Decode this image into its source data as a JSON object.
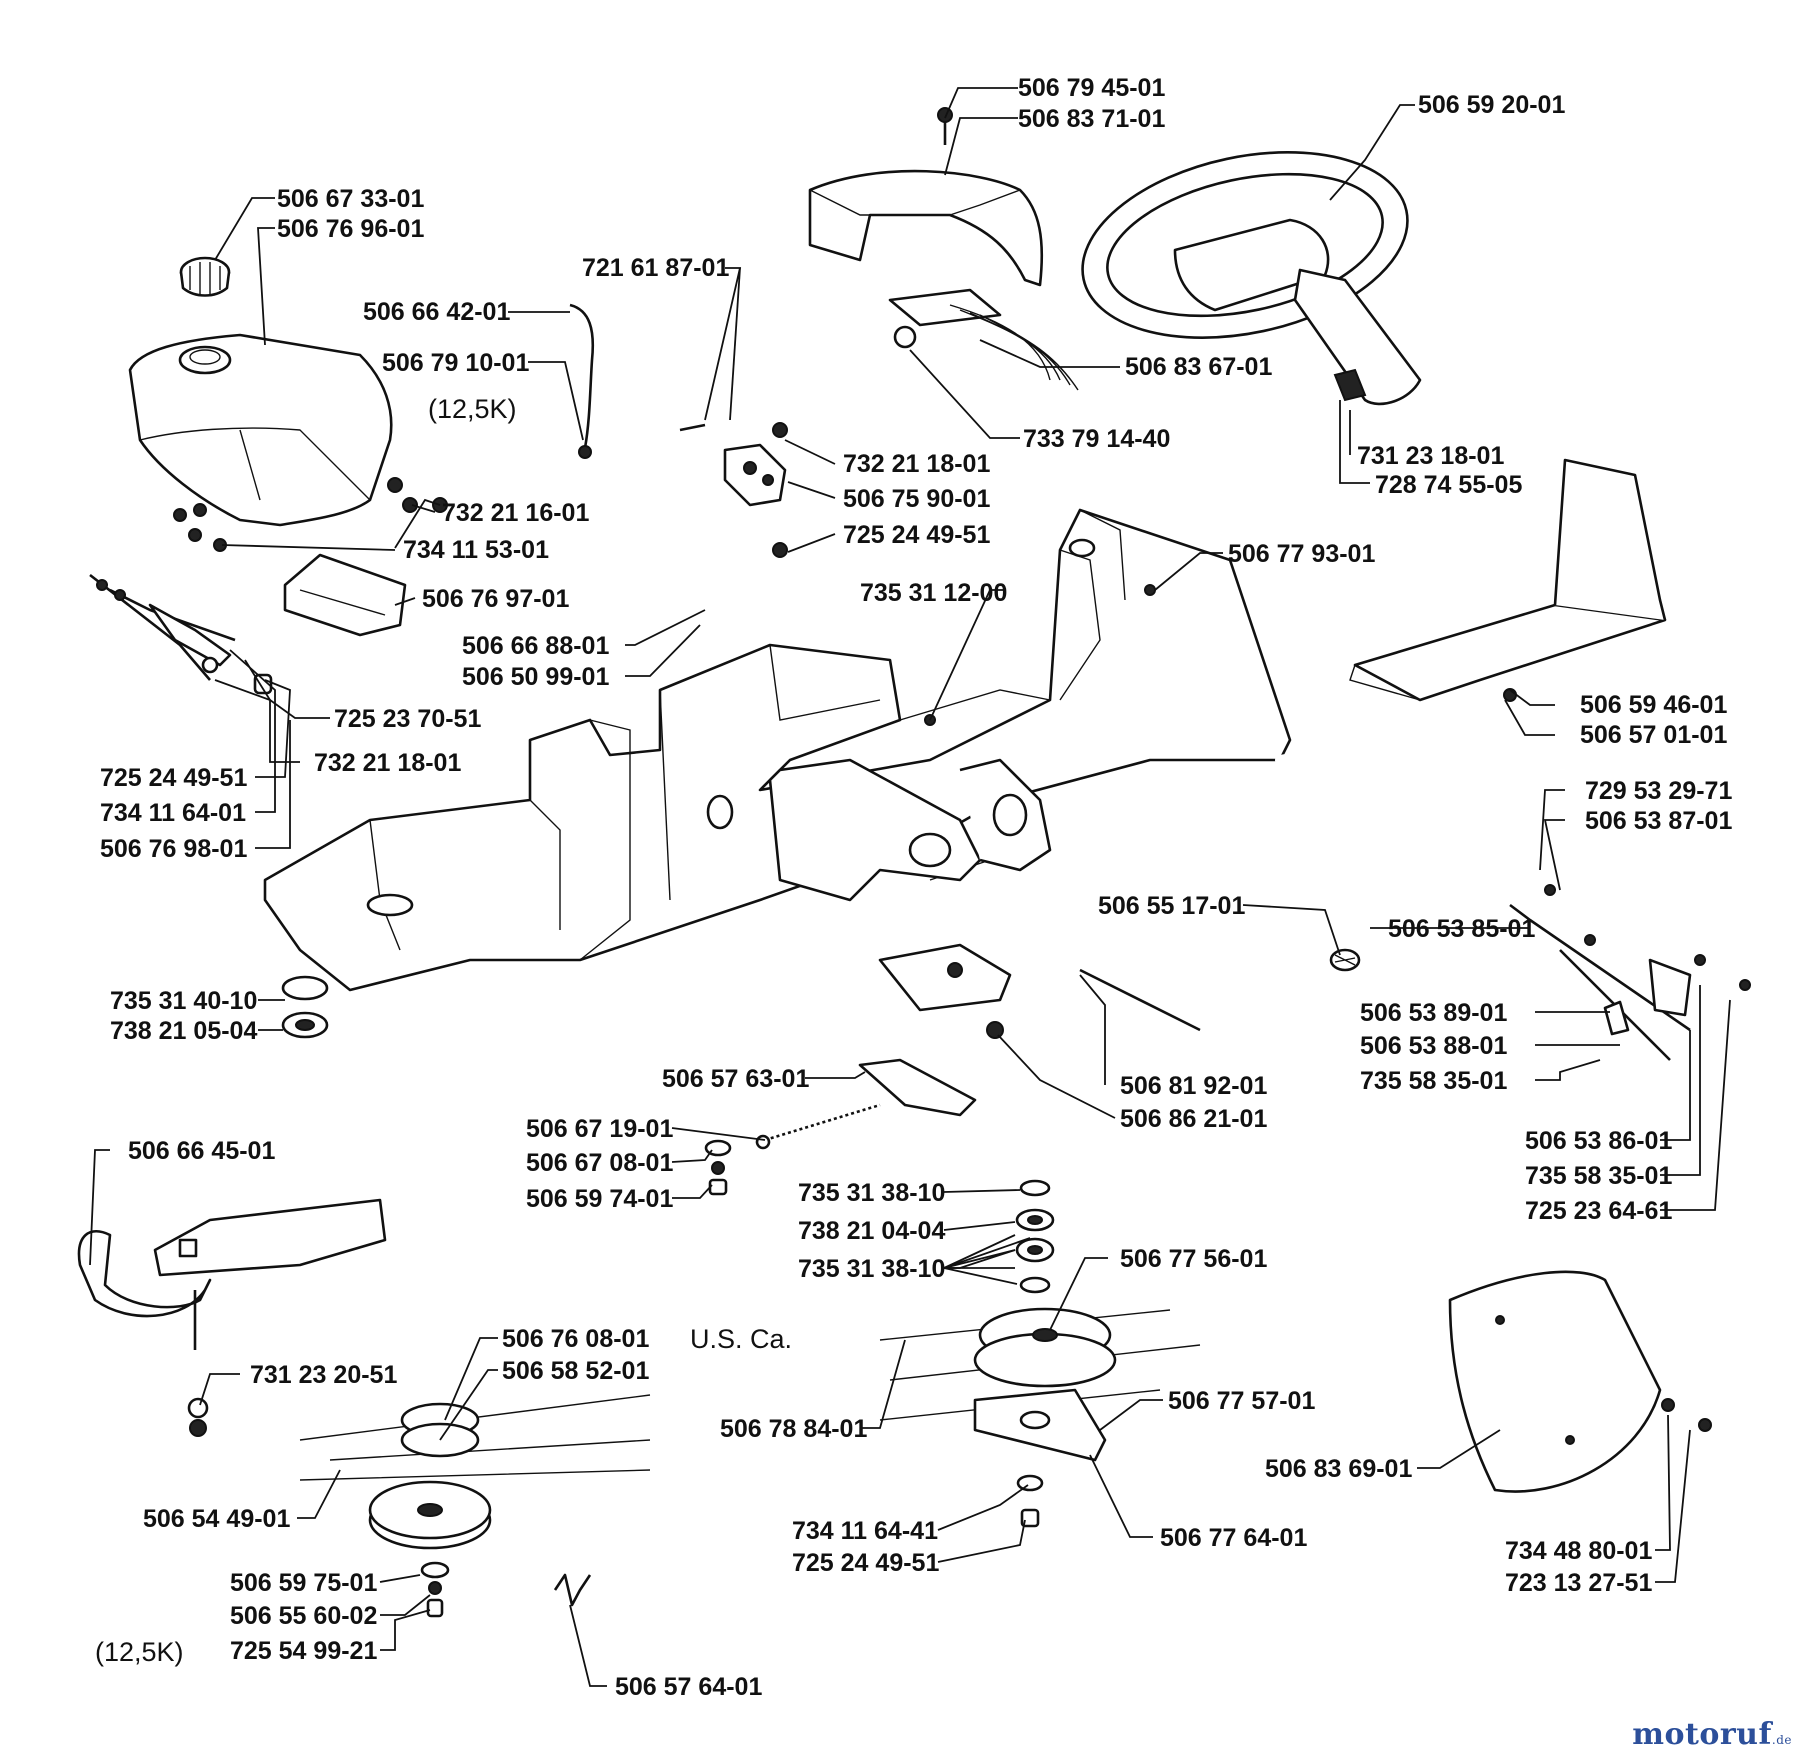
{
  "labels": {
    "p506794501": "506 79 45-01",
    "p506837101": "506 83 71-01",
    "p506592001": "506 59 20-01",
    "p506673301": "506 67 33-01",
    "p506769601": "506 76 96-01",
    "p721618701": "721 61 87-01",
    "p506664201": "506 66 42-01",
    "p506791001": "506 79 10-01",
    "p506836701": "506 83 67-01",
    "p733791440": "733 79 14-40",
    "p732211801a": "732 21 18-01",
    "p506759001": "506 75 90-01",
    "p725244951a": "725 24 49-51",
    "p731231801": "731 23 18-01",
    "p728745505": "728 74 55-05",
    "p732211601": "732 21 16-01",
    "p734115301": "734 11 53-01",
    "p506769701": "506 76 97-01",
    "p506779301": "506 77 93-01",
    "p735311200": "735 31 12-00",
    "p506668801": "506 66 88-01",
    "p506509901": "506 50 99-01",
    "p725237051": "725 23 70-51",
    "p732211801b": "732 21 18-01",
    "p506594601": "506 59 46-01",
    "p506570101": "506 57 01-01",
    "p725244951b": "725 24 49-51",
    "p734116401": "734 11 64-01",
    "p506769801": "506 76 98-01",
    "p729532971": "729 53 29-71",
    "p506538701": "506 53 87-01",
    "p506551701": "506 55 17-01",
    "p506538501": "506 53 85-01",
    "p735314010": "735 31 40-10",
    "p738210504": "738 21 05-04",
    "p506538901": "506 53 89-01",
    "p506538801": "506 53 88-01",
    "p735583501a": "735 58 35-01",
    "p506576301": "506 57 63-01",
    "p506819201": "506 81 92-01",
    "p506862101": "506 86 21-01",
    "p506671901": "506 67 19-01",
    "p506670801": "506 67 08-01",
    "p506597401": "506 59 74-01",
    "p506538601": "506 53 86-01",
    "p735583501b": "735 58 35-01",
    "p725236461": "725 23 64-61",
    "p506664501": "506 66 45-01",
    "p735313810a": "735 31 38-10",
    "p738210404": "738 21 04-04",
    "p735313810b": "735 31 38-10",
    "p506775601": "506 77 56-01",
    "p506760801": "506 76 08-01",
    "p506585201": "506 58 52-01",
    "p731232051": "731 23 20-51",
    "p506788401": "506 78 84-01",
    "p506775701": "506 77 57-01",
    "p506836901": "506 83 69-01",
    "p506544901": "506 54 49-01",
    "p734116441": "734 11 64-41",
    "p725244951c": "725 24 49-51",
    "p506776401": "506 77 64-01",
    "p506597501": "506 59 75-01",
    "p506556002": "506 55 60-02",
    "p725549921": "725 54 99-21",
    "p734488001": "734 48 80-01",
    "p723132751": "723 13 27-51",
    "p506576401": "506 57 64-01"
  },
  "notes": {
    "variant_top": "(12,5K)",
    "variant_bottom": "(12,5K)",
    "region": "U.S. Ca."
  },
  "watermark": {
    "brand": "motoruf",
    "suffix": ".de"
  }
}
